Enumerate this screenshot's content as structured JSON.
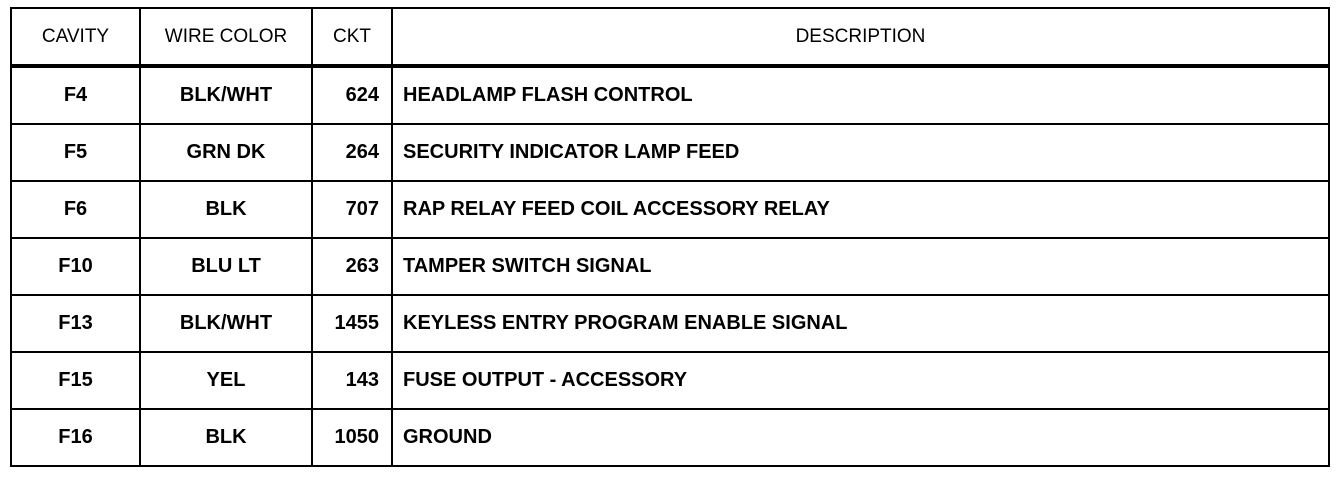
{
  "table": {
    "headers": {
      "cavity": "CAVITY",
      "wire_color": "WIRE COLOR",
      "ckt": "CKT",
      "description": "DESCRIPTION"
    },
    "rows": [
      {
        "cavity": "F4",
        "wire_color": "BLK/WHT",
        "ckt": "624",
        "description": "HEADLAMP FLASH CONTROL"
      },
      {
        "cavity": "F5",
        "wire_color": "GRN DK",
        "ckt": "264",
        "description": "SECURITY INDICATOR LAMP FEED"
      },
      {
        "cavity": "F6",
        "wire_color": "BLK",
        "ckt": "707",
        "description": "RAP RELAY FEED COIL ACCESSORY RELAY"
      },
      {
        "cavity": "F10",
        "wire_color": "BLU LT",
        "ckt": "263",
        "description": "TAMPER SWITCH SIGNAL"
      },
      {
        "cavity": "F13",
        "wire_color": "BLK/WHT",
        "ckt": "1455",
        "description": "KEYLESS ENTRY PROGRAM ENABLE SIGNAL"
      },
      {
        "cavity": "F15",
        "wire_color": "YEL",
        "ckt": "143",
        "description": "FUSE OUTPUT - ACCESSORY"
      },
      {
        "cavity": "F16",
        "wire_color": "BLK",
        "ckt": "1050",
        "description": "GROUND"
      }
    ]
  }
}
